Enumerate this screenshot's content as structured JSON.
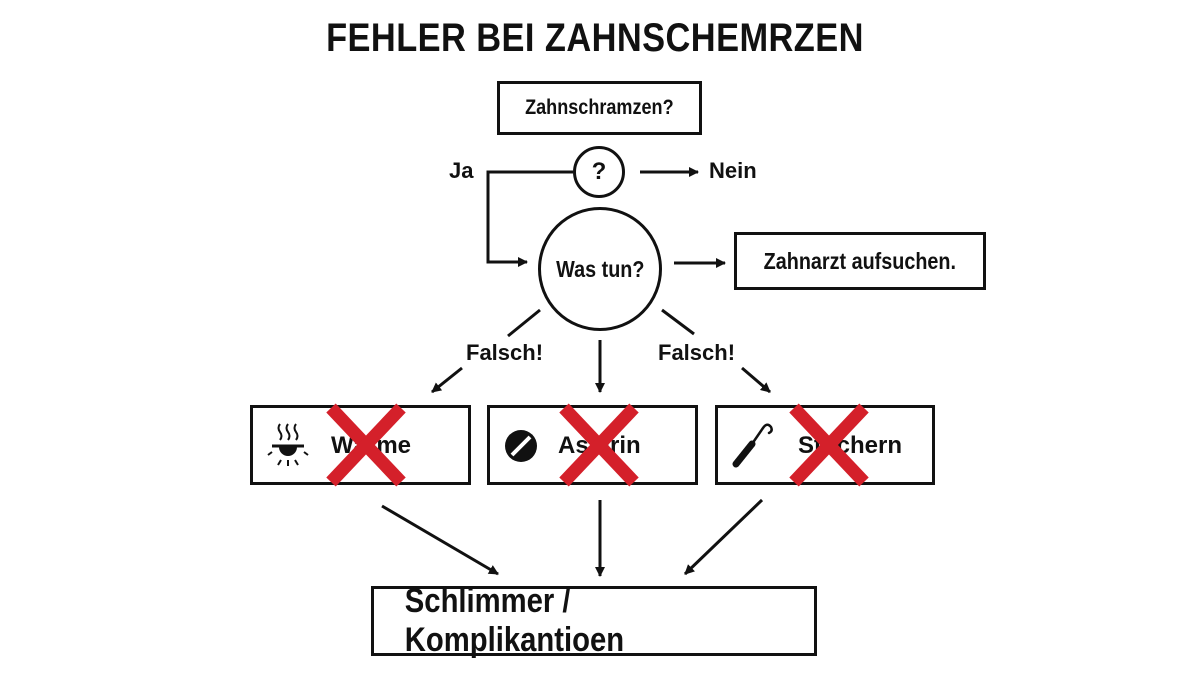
{
  "diagram": {
    "title": "FEHLER BEI ZAHNSCHEMRZEN",
    "question_box": "Zahnschramzen?",
    "decision_symbol": "?",
    "yes_label": "Ja",
    "no_label": "Nein",
    "action_circle": "Was tun?",
    "dentist_box": "Zahnarzt aufsuchen.",
    "wrong_label_left": "Falsch!",
    "wrong_label_right": "Falsch!",
    "options": [
      {
        "text": "Wärme",
        "icon": "heat-lamp-icon",
        "crossed": true
      },
      {
        "text": "Aspirin",
        "icon": "pill-icon",
        "crossed": true
      },
      {
        "text": "Stochern",
        "icon": "dental-pick-icon",
        "crossed": true
      }
    ],
    "result_box": "Schlimmer / Komplikantioen",
    "colors": {
      "cross": "#d4202a",
      "line": "#111111"
    }
  }
}
